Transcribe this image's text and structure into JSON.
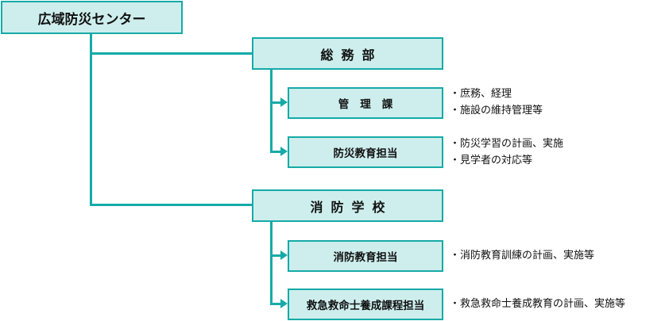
{
  "root": {
    "label": "広域防災センター"
  },
  "departments": [
    {
      "label": "総務部",
      "sections": [
        {
          "label": "管理課",
          "notes": [
            "・庶務、経理",
            "・施設の維持管理等"
          ]
        },
        {
          "label": "防災教育担当",
          "notes": [
            "・防災学習の計画、実施",
            "・見学者の対応等"
          ]
        }
      ]
    },
    {
      "label": "消防学校",
      "sections": [
        {
          "label": "消防教育担当",
          "notes": [
            "・消防教育訓練の計画、実施等"
          ]
        },
        {
          "label": "救急救命士養成課程担当",
          "notes": [
            "・救急救命士養成教育の計画、実施等"
          ]
        }
      ]
    }
  ],
  "colors": {
    "box_fill": "#cdeeed",
    "box_border": "#15aaa7",
    "connector": "#15aaa7"
  }
}
